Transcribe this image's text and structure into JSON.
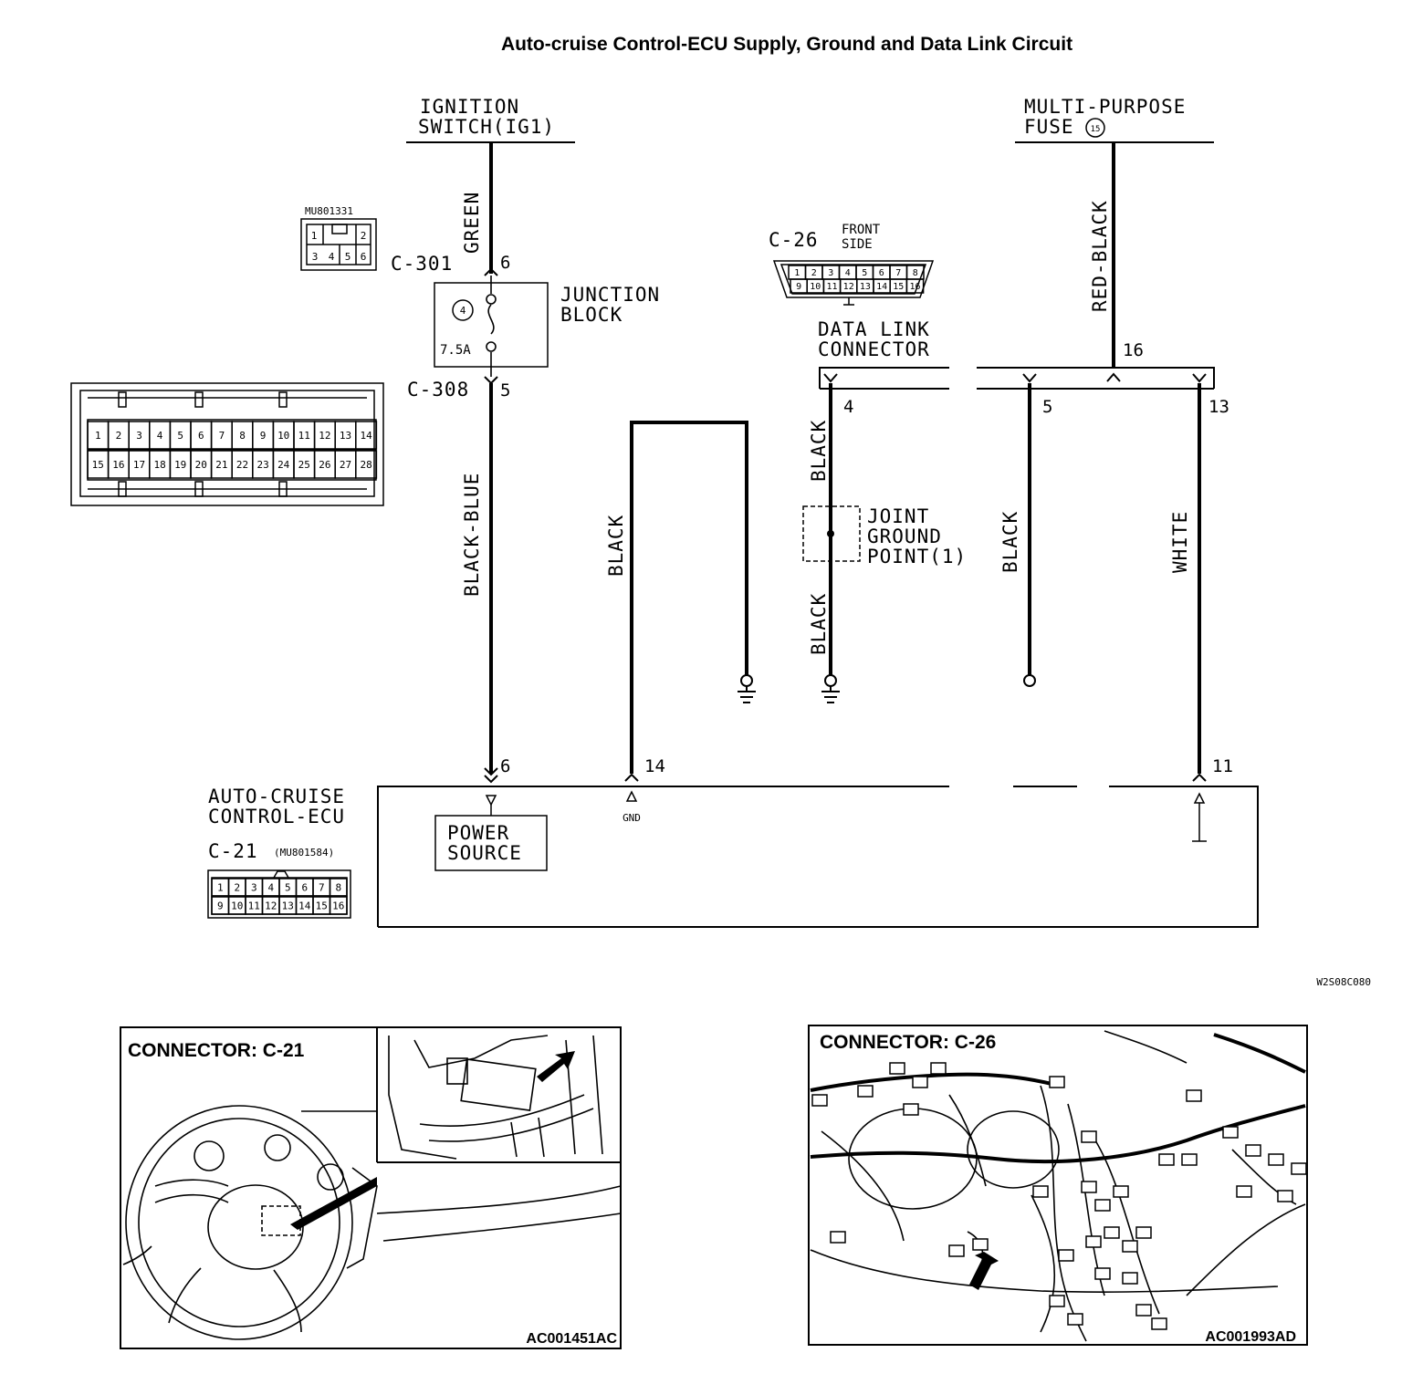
{
  "title": "Auto-cruise Control-ECU Supply, Ground and Data Link Circuit",
  "ignition_switch": {
    "line1": "IGNITION",
    "line2": "SWITCH(IG1)"
  },
  "multi_purpose_fuse": {
    "line1": "MULTI-PURPOSE",
    "line2": "FUSE",
    "fuse_no": "15"
  },
  "connector_c301": {
    "part_no": "MU801331",
    "id": "C-301",
    "pins_row1": [
      "1",
      "2"
    ],
    "pins_row2": [
      "3",
      "4",
      "5",
      "6"
    ],
    "pin_top": "6"
  },
  "junction_block": {
    "line1": "JUNCTION",
    "line2": "BLOCK",
    "fuse_no": "4",
    "rating": "7.5A"
  },
  "connector_c308": {
    "id": "C-308",
    "pin": "5",
    "pins_row1": [
      "1",
      "2",
      "3",
      "4",
      "5",
      "6",
      "7",
      "8",
      "9",
      "10",
      "11",
      "12",
      "13",
      "14"
    ],
    "pins_row2": [
      "15",
      "16",
      "17",
      "18",
      "19",
      "20",
      "21",
      "22",
      "23",
      "24",
      "25",
      "26",
      "27",
      "28"
    ]
  },
  "connector_c26": {
    "id": "C-26",
    "side_line1": "FRONT",
    "side_line2": "SIDE",
    "pins_row1": [
      "1",
      "2",
      "3",
      "4",
      "5",
      "6",
      "7",
      "8"
    ],
    "pins_row2": [
      "9",
      "10",
      "11",
      "12",
      "13",
      "14",
      "15",
      "16"
    ]
  },
  "data_link_connector": {
    "line1": "DATA LINK",
    "line2": "CONNECTOR",
    "pins": [
      "4",
      "5",
      "16",
      "13"
    ]
  },
  "joint_ground": {
    "line1": "JOINT",
    "line2": "GROUND",
    "line3": "POINT(1)"
  },
  "wire_colors": {
    "green": "GREEN",
    "black_blue": "BLACK-BLUE",
    "black": "BLACK",
    "red_black": "RED-BLACK",
    "white": "WHITE"
  },
  "ecu": {
    "line1": "AUTO-CRUISE",
    "line2": "CONTROL-ECU",
    "connector": "C-21",
    "part_no": "(MU801584)",
    "pins": [
      "6",
      "14",
      "11"
    ],
    "power_source_line1": "POWER",
    "power_source_line2": "SOURCE",
    "gnd": "GND",
    "pins_row1": [
      "1",
      "2",
      "3",
      "4",
      "5",
      "6",
      "7",
      "8"
    ],
    "pins_row2": [
      "9",
      "10",
      "11",
      "12",
      "13",
      "14",
      "15",
      "16"
    ]
  },
  "figure_code": "W2S08C080",
  "panel_c21": {
    "title": "CONNECTOR: C-21",
    "code": "AC001451AC"
  },
  "panel_c26": {
    "title": "CONNECTOR: C-26",
    "code": "AC001993AD"
  }
}
